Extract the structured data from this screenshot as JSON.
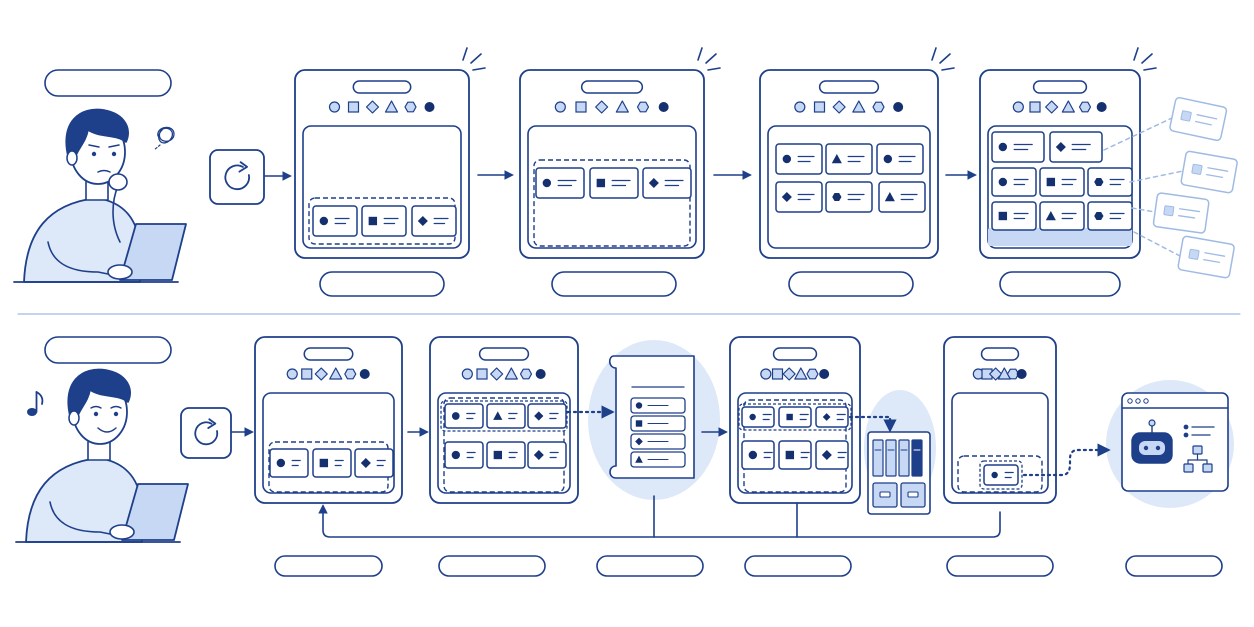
{
  "colors": {
    "ink": "#1e3f8a",
    "ink_dark": "#15306e",
    "fill_light": "#dde8f8",
    "fill_mid": "#c6d8f4",
    "ghost": "#9fbbe3",
    "separator": "#9fbbe3",
    "background": "#ffffff"
  },
  "rows": [
    {
      "id": "problem",
      "mood_icon": "tangled-scribble-icon",
      "stage_count": 4,
      "trailing_element": "floating-duplicate-cards"
    },
    {
      "id": "solution",
      "mood_icon": "music-note-icon",
      "stage_count": 5,
      "trailing_element": "automation-bot-window",
      "intermediates": [
        "scroll-list",
        "file-cabinet"
      ],
      "feedback_loop": true
    }
  ],
  "shape_palette": [
    "circle",
    "square",
    "diamond",
    "triangle",
    "hexagon",
    "dot"
  ],
  "icons": [
    "refresh-icon",
    "laptop-icon",
    "attention-burst-icon",
    "robot-icon",
    "org-tree-icon",
    "tangled-scribble-icon",
    "music-note-icon"
  ]
}
